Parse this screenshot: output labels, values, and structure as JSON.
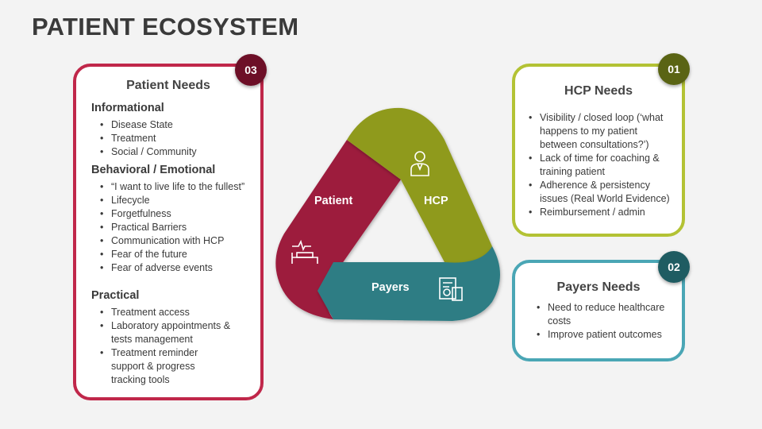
{
  "title": "PATIENT ECOSYSTEM",
  "colors": {
    "patient": "#9d1a3c",
    "hcp": "#8f9a1c",
    "payers": "#2e7d84",
    "badge_patient": "#6d0f27",
    "badge_hcp": "#5a6414",
    "badge_payers": "#1f5c62"
  },
  "cycle": {
    "patient_label": "Patient",
    "hcp_label": "HCP",
    "payers_label": "Payers"
  },
  "patient_card": {
    "badge": "03",
    "title": "Patient Needs",
    "sections": [
      {
        "heading": "Informational",
        "items": [
          "Disease State",
          "Treatment",
          "Social / Community"
        ]
      },
      {
        "heading": "Behavioral / Emotional",
        "items": [
          "“I want to live life to the fullest”",
          "Lifecycle",
          "Forgetfulness",
          "Practical Barriers",
          "Communication with HCP",
          "Fear of the future",
          "Fear of adverse events"
        ]
      },
      {
        "heading": "Practical",
        "items": [
          "Treatment access",
          "Laboratory appointments & tests management",
          "Treatment reminder support & progress tracking tools"
        ]
      }
    ]
  },
  "hcp_card": {
    "badge": "01",
    "title": "HCP Needs",
    "items": [
      "Visibility / closed loop (‘what happens to my patient between consultations?’)",
      "Lack of time for coaching & training patient",
      "Adherence & persistency issues (Real World Evidence)",
      "Reimbursement / admin"
    ]
  },
  "payers_card": {
    "badge": "02",
    "title": "Payers Needs",
    "items": [
      "Need to reduce healthcare costs",
      "Improve patient outcomes"
    ]
  }
}
